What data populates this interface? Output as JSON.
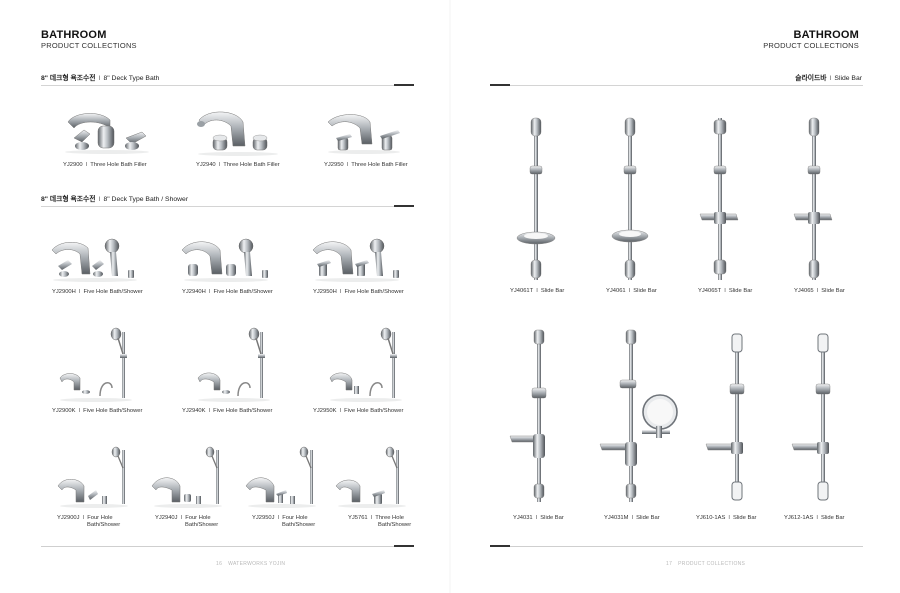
{
  "header": {
    "left": {
      "title": "BATHROOM",
      "subtitle": "PRODUCT COLLECTIONS"
    },
    "right": {
      "title": "BATHROOM",
      "subtitle": "PRODUCT COLLECTIONS"
    }
  },
  "sections": {
    "deck_bath": {
      "ko": "8\" 데크형 욕조수전",
      "sep": "I",
      "en": "8\" Deck Type Bath"
    },
    "deck_bath_shower": {
      "ko": "8\" 데크형 욕조수전",
      "sep": "I",
      "en": "8\" Deck Type Bath / Shower"
    },
    "slide_bar": {
      "ko": "슬라이드바",
      "sep": "I",
      "en": "Slide Bar"
    }
  },
  "deck_bath_products": [
    {
      "code": "YJ2900",
      "desc": "Three Hole Bath Filler"
    },
    {
      "code": "YJ2940",
      "desc": "Three Hole Bath Filler"
    },
    {
      "code": "YJ2950",
      "desc": "Three Hole Bath Filler"
    }
  ],
  "deck_shower_h": [
    {
      "code": "YJ2900H",
      "desc": "Five Hole Bath/Shower"
    },
    {
      "code": "YJ2940H",
      "desc": "Five Hole Bath/Shower"
    },
    {
      "code": "YJ2950H",
      "desc": "Five Hole Bath/Shower"
    }
  ],
  "deck_shower_k": [
    {
      "code": "YJ2900K",
      "desc": "Five Hole Bath/Shower"
    },
    {
      "code": "YJ2940K",
      "desc": "Five Hole Bath/Shower"
    },
    {
      "code": "YJ2950K",
      "desc": "Five Hole Bath/Shower"
    }
  ],
  "deck_shower_j": [
    {
      "code": "YJ2900J",
      "desc1": "Four Hole",
      "desc2": "Bath/Shower"
    },
    {
      "code": "YJ2940J",
      "desc1": "Four Hole",
      "desc2": "Bath/Shower"
    },
    {
      "code": "YJ2950J",
      "desc1": "Four Hole",
      "desc2": "Bath/Shower"
    },
    {
      "code": "YJ5761",
      "desc1": "Three Hole",
      "desc2": "Bath/Shower"
    }
  ],
  "slide_bars_top": [
    {
      "code": "YJ4061T",
      "desc": "Slide Bar"
    },
    {
      "code": "YJ4061",
      "desc": "Slide Bar"
    },
    {
      "code": "YJ4065T",
      "desc": "Slide Bar"
    },
    {
      "code": "YJ4065",
      "desc": "Slide Bar"
    }
  ],
  "slide_bars_bottom": [
    {
      "code": "YJ4031",
      "desc": "Slide Bar"
    },
    {
      "code": "YJ4031M",
      "desc": "Slide Bar"
    },
    {
      "code": "YJ610-1AS",
      "desc": "Slide Bar"
    },
    {
      "code": "YJ612-1AS",
      "desc": "Slide Bar"
    }
  ],
  "caption_sep": "I",
  "footer": {
    "left": {
      "page": "16",
      "text": "WATERWORKS YOJIN"
    },
    "right": {
      "page": "17",
      "text": "PRODUCT COLLECTIONS"
    }
  },
  "colors": {
    "chrome_dark": "#6f747a",
    "chrome_mid": "#b8bdc2",
    "chrome_light": "#eef0f2",
    "rule": "#d4d4d4"
  }
}
